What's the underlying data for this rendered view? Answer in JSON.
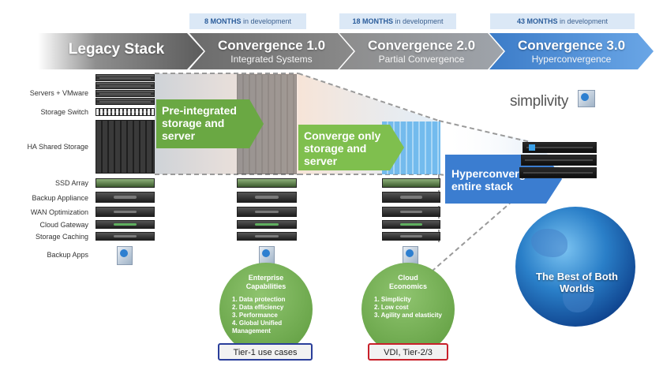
{
  "dev_labels": [
    {
      "months": "8 MONTHS",
      "suffix": " in development"
    },
    {
      "months": "18 MONTHS",
      "suffix": " in development"
    },
    {
      "months": "43 MONTHS",
      "suffix": " in development"
    }
  ],
  "stages": [
    {
      "title": "Legacy Stack",
      "subtitle": ""
    },
    {
      "title": "Convergence 1.0",
      "subtitle": "Integrated Systems"
    },
    {
      "title": "Convergence 2.0",
      "subtitle": "Partial Convergence"
    },
    {
      "title": "Convergence 3.0",
      "subtitle": "Hyperconvergence"
    }
  ],
  "row_labels": [
    "Servers + VMware",
    "Storage Switch",
    "HA Shared Storage",
    "SSD Array",
    "Backup Appliance",
    "WAN Optimization",
    "Cloud Gateway",
    "Storage Caching",
    "Backup Apps"
  ],
  "arrows": {
    "a1": "Pre-integrated storage and server",
    "a2": "Converge only storage and server",
    "a3": "Hyperconverge entire stack"
  },
  "brand": "simplivity",
  "circle1": {
    "title": "Enterprise Capabilities",
    "items": [
      "1. Data protection",
      "2. Data efficiency",
      "3. Performance",
      "4. Global Unified Management"
    ]
  },
  "circle2": {
    "title": "Cloud Economics",
    "items": [
      "1. Simplicity",
      "2. Low cost",
      "3. Agility and elasticity"
    ]
  },
  "globe_text": "The Best of Both Worlds",
  "badges": {
    "b1": "Tier-1  use cases",
    "b2": "VDI, Tier-2/3"
  },
  "colors": {
    "blue_border": "#2a3e9a",
    "red_border": "#c8202a",
    "green": "#6aa843",
    "blue_arrow": "#3b7dd0"
  }
}
